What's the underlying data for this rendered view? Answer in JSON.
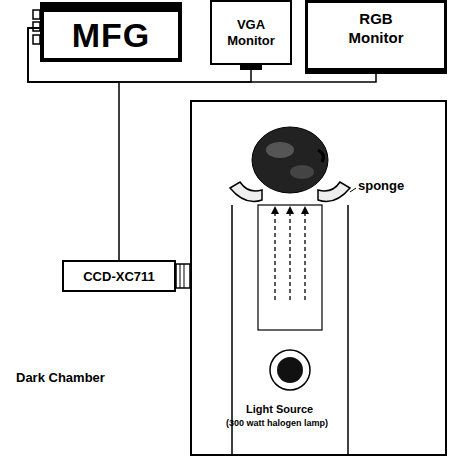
{
  "diagram": {
    "nodes": [
      {
        "text": [
          "MFG"
        ]
      },
      {
        "text": [
          "VGA Monitor"
        ]
      },
      {
        "text": [
          "RGB Monitor"
        ]
      },
      {
        "text": [
          "CCD-XC711"
        ]
      },
      {
        "text": [
          "Dark Chamber"
        ]
      }
    ],
    "edges": [
      {
        "from": 3,
        "to": 0,
        "arrow": "none"
      },
      {
        "from": 1,
        "to": 0,
        "arrow": "none"
      },
      {
        "from": 2,
        "to": 0,
        "arrow": "none"
      }
    ],
    "labels": [
      "sponge",
      "Light Source",
      "(300 watt halogen lamp)"
    ]
  }
}
